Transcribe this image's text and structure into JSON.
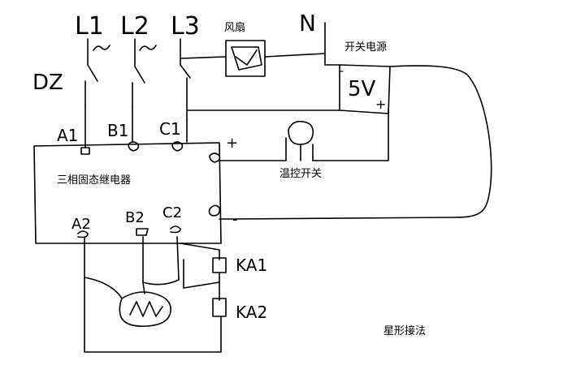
{
  "diagram": {
    "terminals": {
      "l1": "L1",
      "l2": "L2",
      "l3": "L3",
      "n": "N"
    },
    "breaker_label": "DZ",
    "fan_label": "风扇",
    "power_supply": {
      "label": "开关电源",
      "voltage": "5V",
      "minus_in": "-",
      "plus_out": "+"
    },
    "relay": {
      "label": "三相固态继电器",
      "inputs": [
        "A1",
        "B1",
        "C1"
      ],
      "outputs": [
        "A2",
        "B2",
        "C2"
      ],
      "ctrl_plus": "+",
      "ctrl_minus": "-"
    },
    "thermostat_label": "温控开关",
    "contactors": [
      "KA1",
      "KA2"
    ],
    "wiring_note": "星形接法"
  },
  "colors": {
    "ink": "#000000",
    "background": "#ffffff"
  }
}
